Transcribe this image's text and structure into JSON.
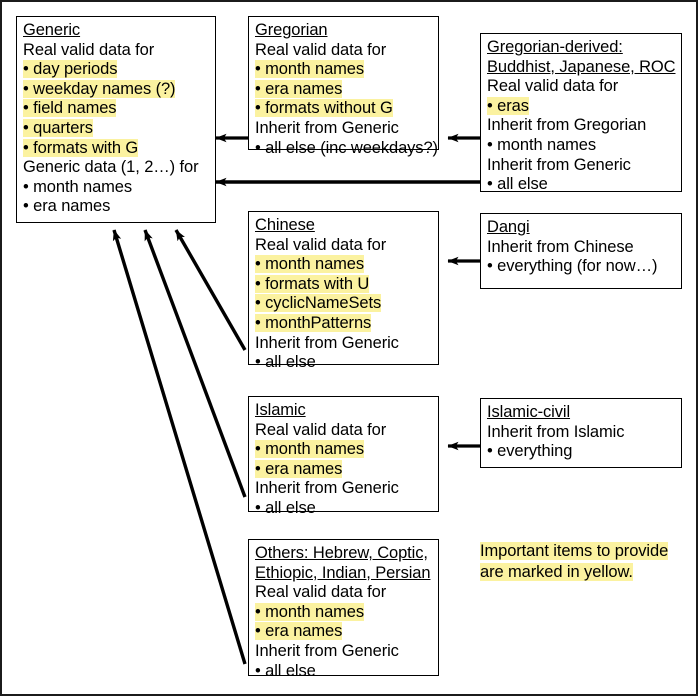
{
  "diagram": {
    "title": "Calendar data inheritance diagram",
    "highlight_color": "#fbf2a0",
    "boxes": [
      {
        "id": "generic",
        "header": "Generic",
        "lines": [
          {
            "text": "Real valid data for",
            "highlight": false
          },
          {
            "text": "• day periods",
            "highlight": true
          },
          {
            "text": "• weekday names (?)",
            "highlight": true
          },
          {
            "text": "• field names",
            "highlight": true
          },
          {
            "text": "• quarters",
            "highlight": true
          },
          {
            "text": "• formats with G",
            "highlight": true
          },
          {
            "text": "Generic data (1, 2…) for",
            "highlight": false
          },
          {
            "text": "• month names",
            "highlight": false
          },
          {
            "text": "• era names",
            "highlight": false
          }
        ]
      },
      {
        "id": "gregorian",
        "header": "Gregorian",
        "lines": [
          {
            "text": "Real valid data for",
            "highlight": false
          },
          {
            "text": "• month names",
            "highlight": true
          },
          {
            "text": "• era names",
            "highlight": true
          },
          {
            "text": "• formats without G",
            "highlight": true
          },
          {
            "text": "Inherit from Generic",
            "highlight": false
          },
          {
            "text": "• all else (inc weekdays?)",
            "highlight": false
          }
        ]
      },
      {
        "id": "gregorian-derived",
        "header": "Gregorian-derived:",
        "header2": "Buddhist, Japanese, ROC",
        "lines": [
          {
            "text": "Real valid data for",
            "highlight": false
          },
          {
            "text": "• eras",
            "highlight": true
          },
          {
            "text": "Inherit from Gregorian",
            "highlight": false
          },
          {
            "text": "• month names",
            "highlight": false
          },
          {
            "text": "Inherit from Generic",
            "highlight": false
          },
          {
            "text": "• all else",
            "highlight": false
          }
        ]
      },
      {
        "id": "chinese",
        "header": "Chinese",
        "lines": [
          {
            "text": "Real valid data for",
            "highlight": false
          },
          {
            "text": "• month names",
            "highlight": true
          },
          {
            "text": "• formats with U",
            "highlight": true
          },
          {
            "text": "• cyclicNameSets",
            "highlight": true
          },
          {
            "text": "• monthPatterns",
            "highlight": true
          },
          {
            "text": "Inherit from Generic",
            "highlight": false
          },
          {
            "text": "• all else",
            "highlight": false
          }
        ]
      },
      {
        "id": "dangi",
        "header": "Dangi",
        "lines": [
          {
            "text": "Inherit from Chinese",
            "highlight": false
          },
          {
            "text": "• everything (for now…)",
            "highlight": false
          }
        ]
      },
      {
        "id": "islamic",
        "header": "Islamic",
        "lines": [
          {
            "text": "Real valid data for",
            "highlight": false
          },
          {
            "text": "• month names",
            "highlight": true
          },
          {
            "text": "• era names",
            "highlight": true
          },
          {
            "text": "Inherit from Generic",
            "highlight": false
          },
          {
            "text": "• all else",
            "highlight": false
          }
        ]
      },
      {
        "id": "islamic-civil",
        "header": "Islamic-civil",
        "lines": [
          {
            "text": "Inherit from Islamic",
            "highlight": false
          },
          {
            "text": "• everything",
            "highlight": false
          }
        ]
      },
      {
        "id": "others",
        "header": "Others: Hebrew, Coptic,",
        "header2": "Ethiopic, Indian, Persian",
        "lines": [
          {
            "text": "Real valid data for",
            "highlight": false
          },
          {
            "text": "• month names",
            "highlight": true
          },
          {
            "text": "• era names",
            "highlight": true
          },
          {
            "text": "Inherit from Generic",
            "highlight": false
          },
          {
            "text": "• all else",
            "highlight": false
          }
        ]
      }
    ],
    "legend": {
      "line1": "Important items to provide",
      "line2": "are marked in yellow."
    },
    "arrows": [
      {
        "from": "gregorian",
        "to": "generic",
        "kind": "horizontal"
      },
      {
        "from": "gregorian-derived",
        "to": "gregorian",
        "kind": "horizontal"
      },
      {
        "from": "gregorian-derived",
        "to": "generic",
        "kind": "horizontal-long"
      },
      {
        "from": "dangi",
        "to": "chinese",
        "kind": "horizontal"
      },
      {
        "from": "islamic-civil",
        "to": "islamic",
        "kind": "horizontal"
      },
      {
        "from": "chinese",
        "to": "generic",
        "kind": "diagonal"
      },
      {
        "from": "islamic",
        "to": "generic",
        "kind": "diagonal"
      },
      {
        "from": "others",
        "to": "generic",
        "kind": "diagonal"
      }
    ]
  }
}
